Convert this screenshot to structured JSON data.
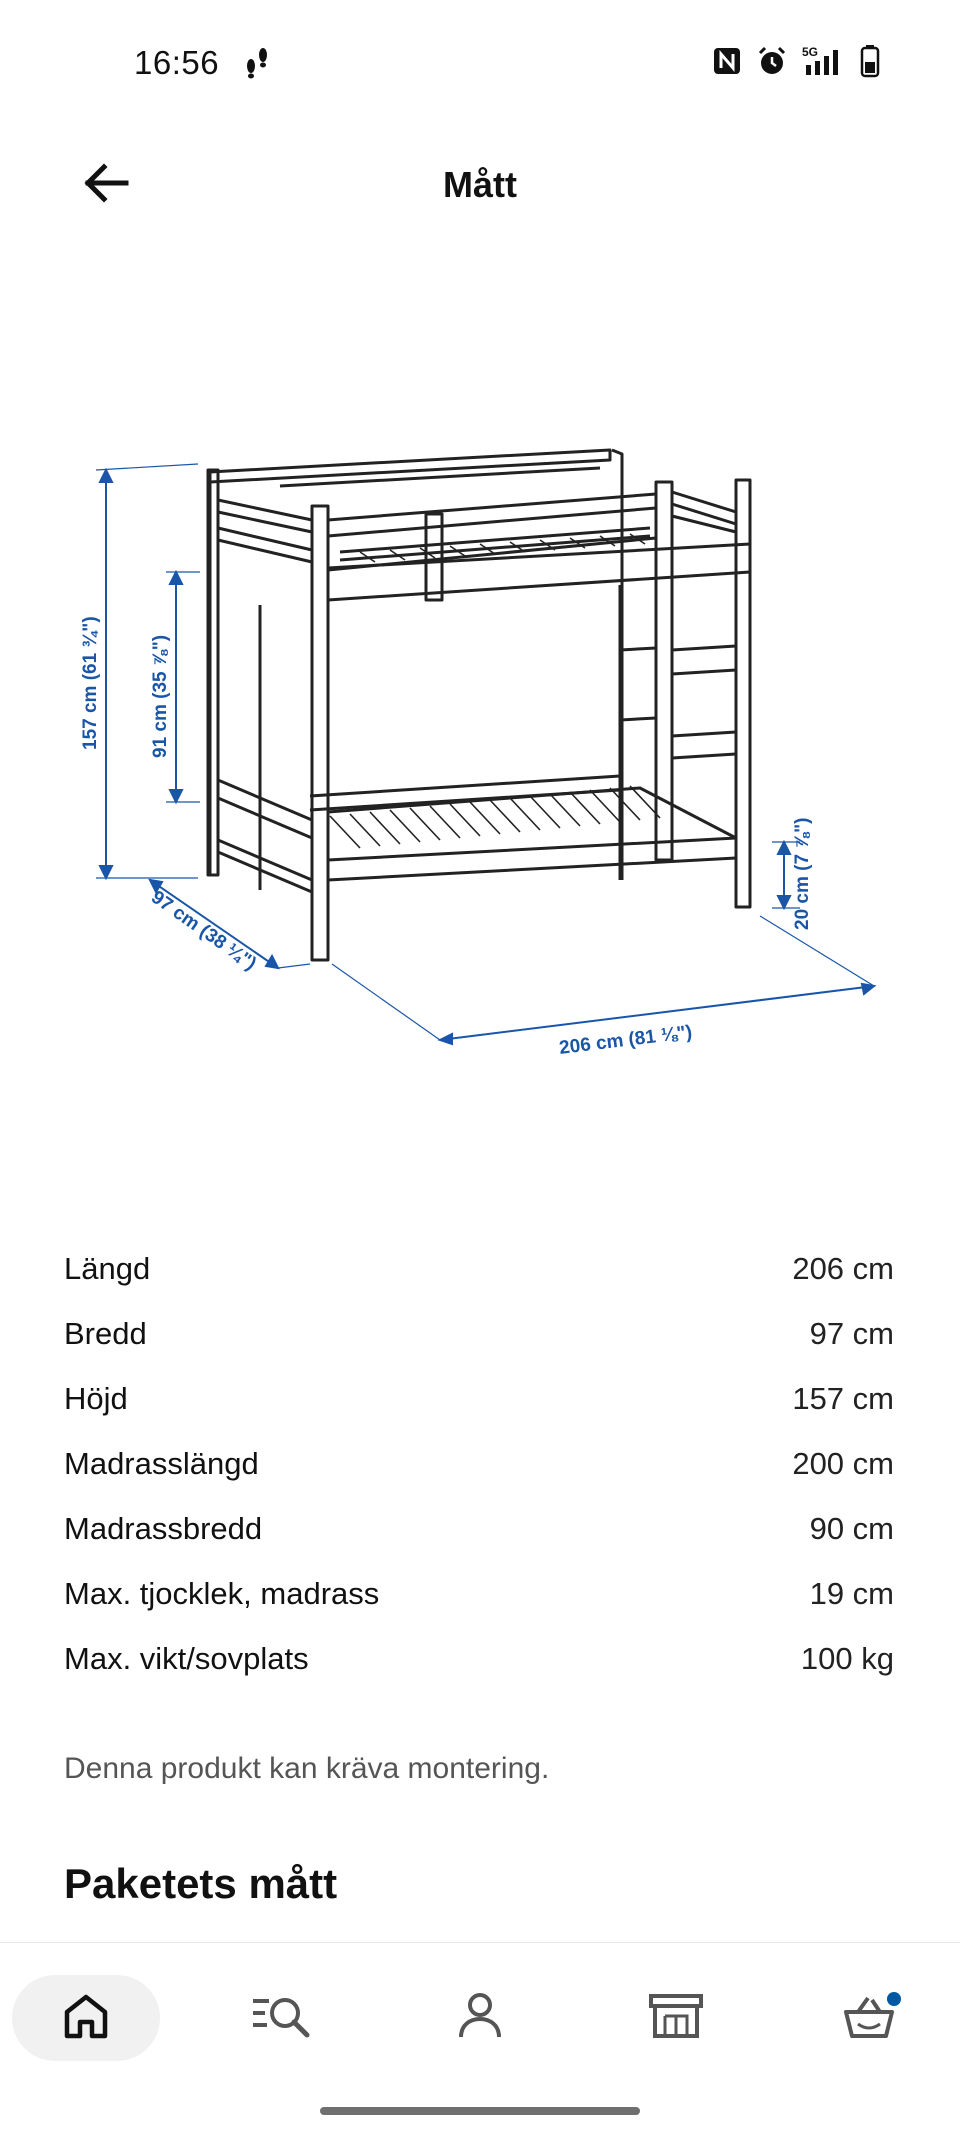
{
  "status_bar": {
    "time": "16:56",
    "network": "5G",
    "icons": [
      "steps-icon",
      "nfc-icon",
      "alarm-icon",
      "signal-icon",
      "battery-icon"
    ]
  },
  "header": {
    "title": "Mått",
    "back_icon": "arrow-left-icon"
  },
  "diagram": {
    "height_total": "157 cm (61 ¾\")",
    "height_between": "91 cm (35 ⅞\")",
    "width": "97 cm (38 ¼\")",
    "length": "206 cm (81 ⅛\")",
    "clearance": "20 cm (7 ⅞\")",
    "accent_color": "#1a56a8"
  },
  "specs": [
    {
      "label": "Längd",
      "value": "206 cm"
    },
    {
      "label": "Bredd",
      "value": "97 cm"
    },
    {
      "label": "Höjd",
      "value": "157 cm"
    },
    {
      "label": "Madrasslängd",
      "value": "200 cm"
    },
    {
      "label": "Madrassbredd",
      "value": "90 cm"
    },
    {
      "label": "Max. tjocklek, madrass",
      "value": "19 cm"
    },
    {
      "label": "Max. vikt/sovplats",
      "value": "100 kg"
    }
  ],
  "assembly_note": "Denna produkt kan kräva montering.",
  "section_title": "Paketets mått",
  "bottom_nav": {
    "items": [
      {
        "name": "home",
        "icon": "home-icon",
        "active": true
      },
      {
        "name": "search",
        "icon": "search-list-icon",
        "active": false
      },
      {
        "name": "profile",
        "icon": "person-icon",
        "active": false
      },
      {
        "name": "store",
        "icon": "store-icon",
        "active": false
      },
      {
        "name": "cart",
        "icon": "basket-icon",
        "active": false,
        "badge_color": "#0058a3"
      }
    ]
  }
}
